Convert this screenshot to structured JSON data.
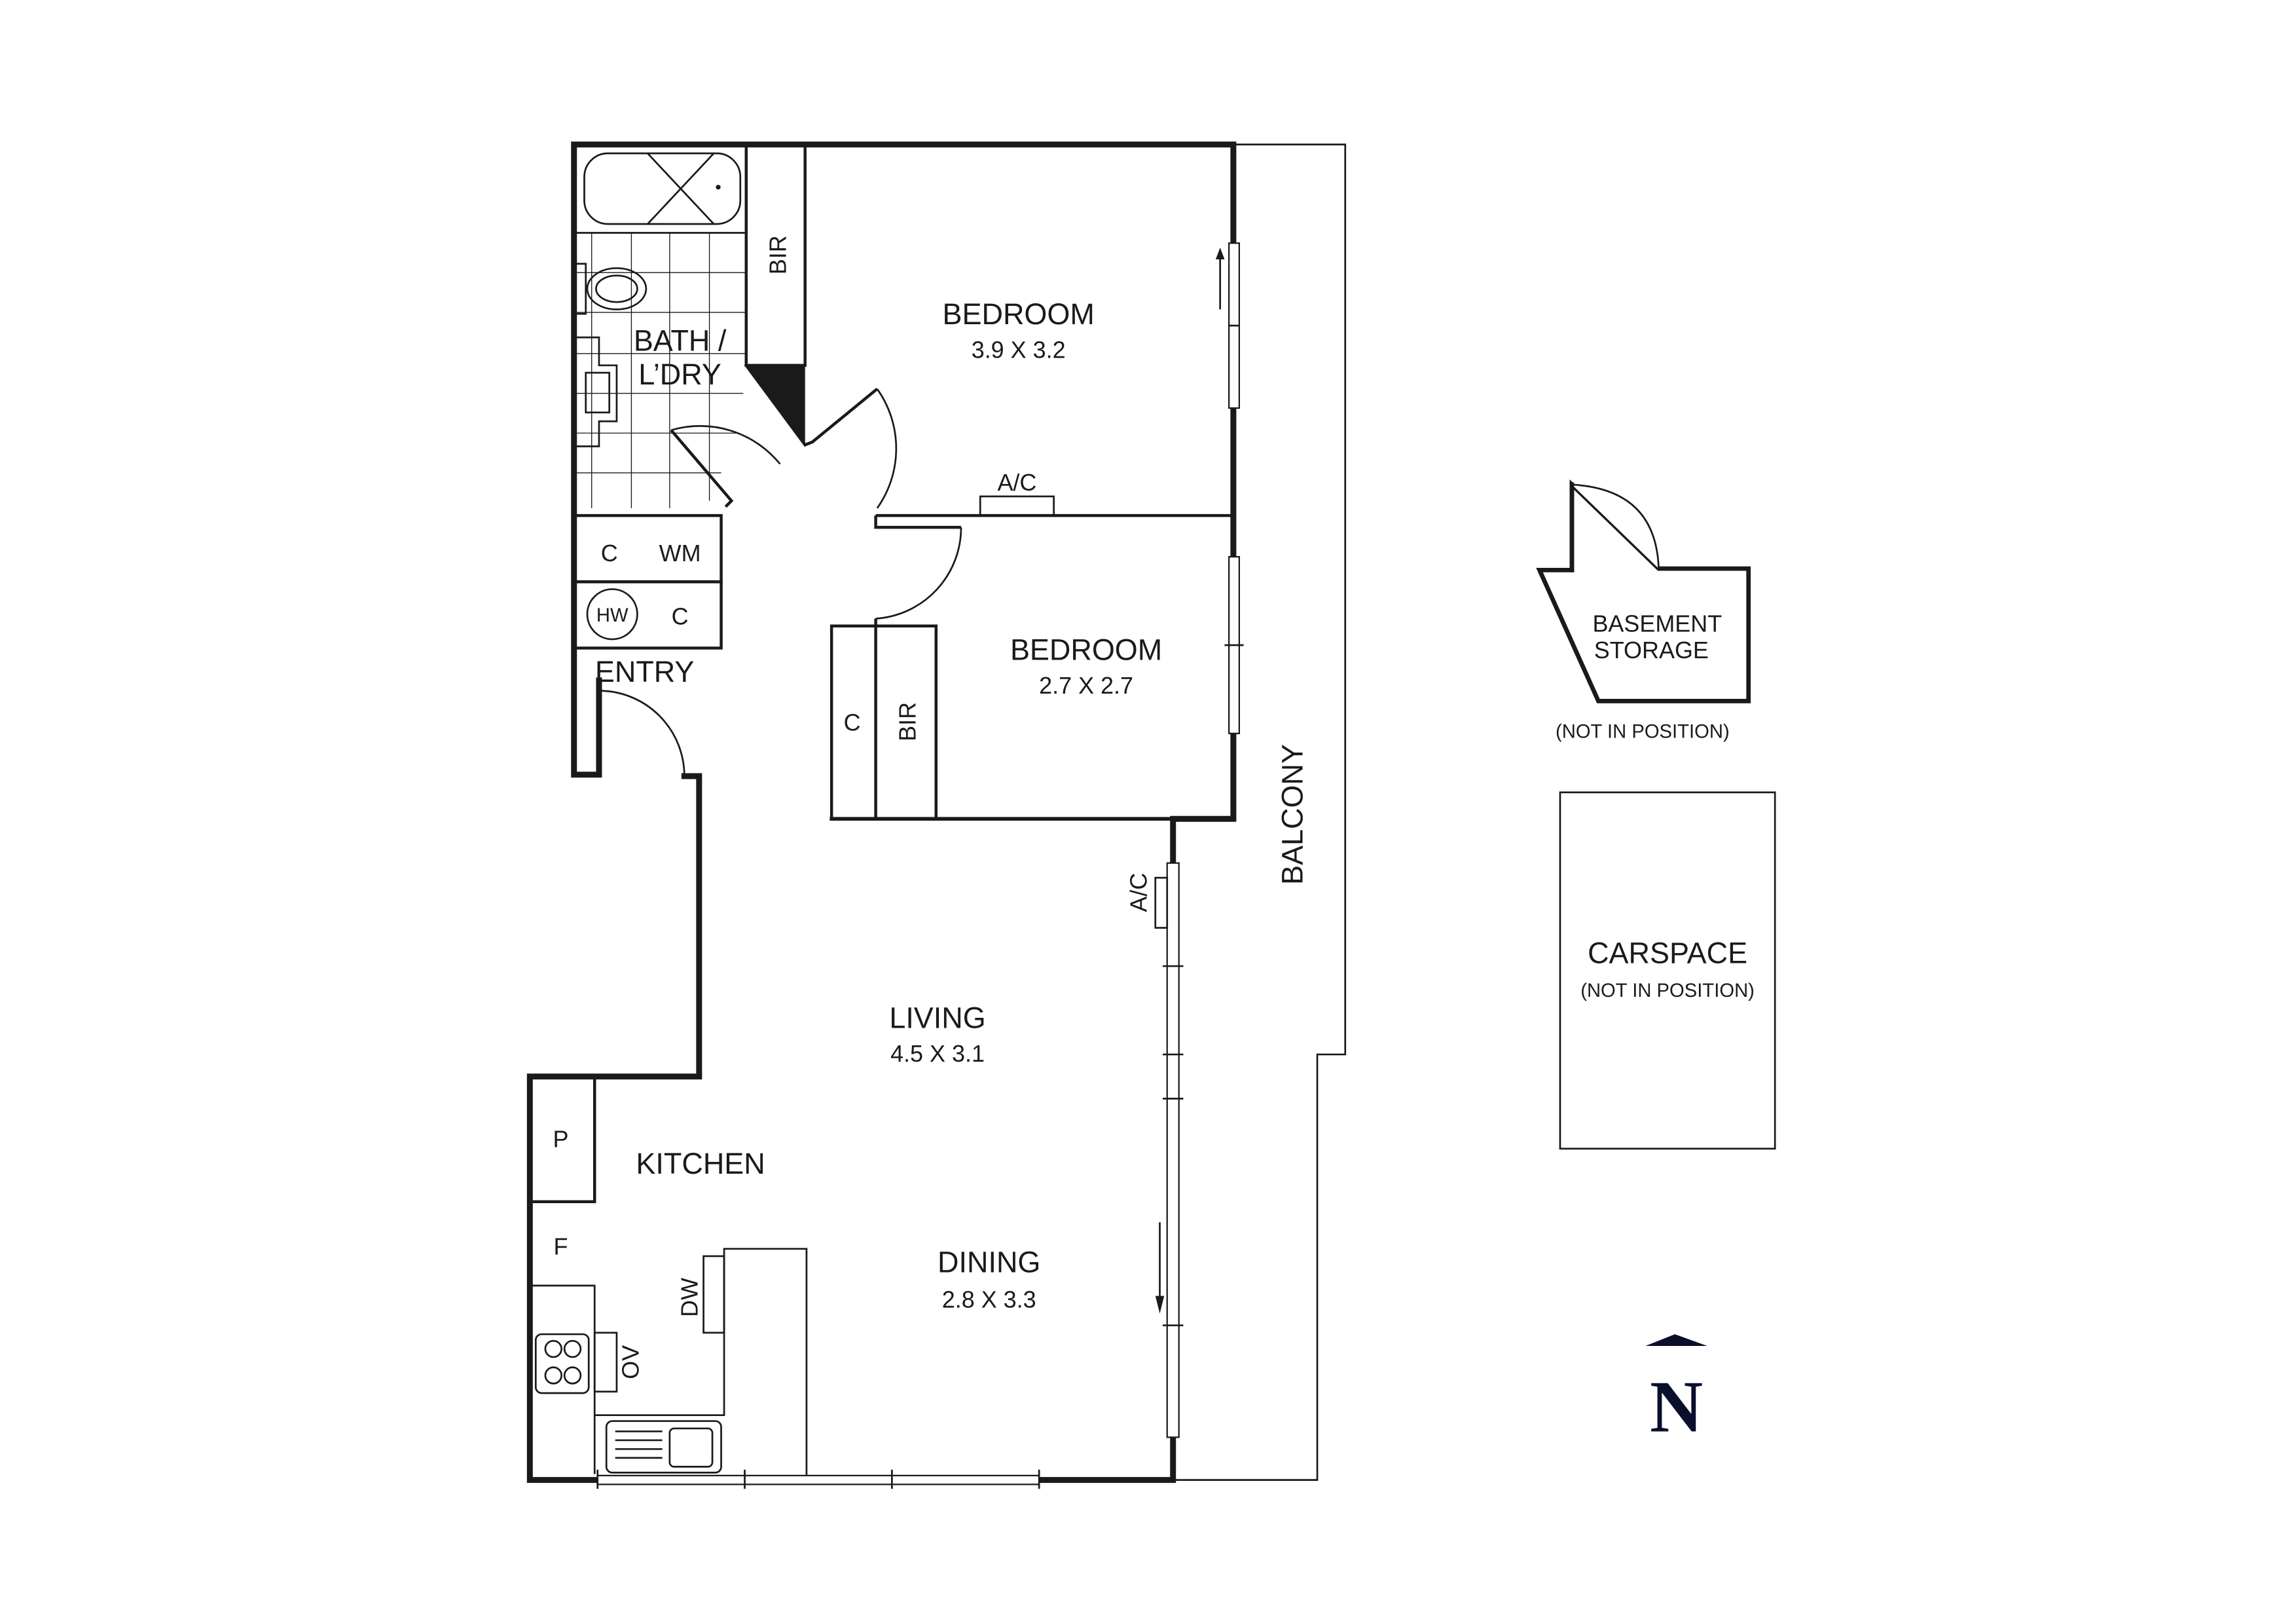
{
  "rooms": {
    "bedroom1": {
      "name": "BEDROOM",
      "dims": "3.9 X 3.2"
    },
    "bedroom2": {
      "name": "BEDROOM",
      "dims": "2.7 X 2.7"
    },
    "bath": {
      "name_line1": "BATH /",
      "name_line2": "L’DRY"
    },
    "entry": {
      "name": "ENTRY"
    },
    "living": {
      "name": "LIVING",
      "dims": "4.5 X 3.1"
    },
    "kitchen": {
      "name": "KITCHEN"
    },
    "dining": {
      "name": "DINING",
      "dims": "2.8 X 3.3"
    },
    "balcony": {
      "name": "BALCONY"
    }
  },
  "fixtures": {
    "bir1": "BIR",
    "bir2": "BIR",
    "cupboard_bed2": "C",
    "ac_bed1": "A/C",
    "ac_living": "A/C",
    "cupboard_laundry": "C",
    "washing_machine": "WM",
    "hot_water": "HW",
    "cupboard_entry": "C",
    "pantry": "P",
    "fridge": "F",
    "dishwasher": "DW",
    "oven": "OV"
  },
  "extras": {
    "storage_line1": "BASEMENT",
    "storage_line2": "STORAGE",
    "storage_note": "(NOT IN POSITION)",
    "carspace": "CARSPACE",
    "carspace_note": "(NOT IN POSITION)"
  },
  "north": {
    "label": "N",
    "color": "#0a0f2c"
  }
}
